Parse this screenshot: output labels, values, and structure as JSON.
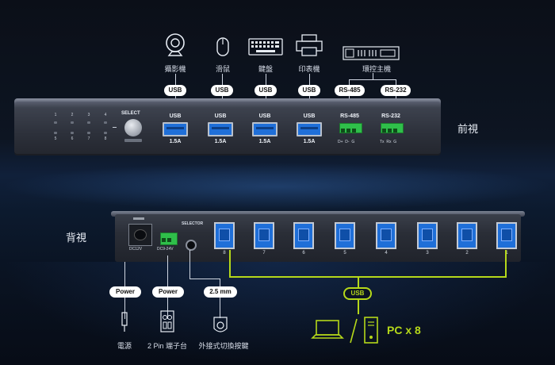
{
  "front": {
    "section_label": "前視",
    "devices": [
      {
        "label": "攝影機",
        "icon": "webcam-icon",
        "pill": "USB"
      },
      {
        "label": "滑鼠",
        "icon": "mouse-icon",
        "pill": "USB"
      },
      {
        "label": "鍵盤",
        "icon": "keyboard-icon",
        "pill": "USB"
      },
      {
        "label": "印表機",
        "icon": "printer-icon",
        "pill": "USB"
      },
      {
        "label": "環控主機",
        "icon": "controller-icon"
      }
    ],
    "serial_pills": [
      "RS-485",
      "RS-232"
    ],
    "ports": [
      {
        "label": "USB",
        "rating": "1.5A"
      },
      {
        "label": "USB",
        "rating": "1.5A"
      },
      {
        "label": "USB",
        "rating": "1.5A"
      },
      {
        "label": "USB",
        "rating": "1.5A"
      }
    ],
    "rs485": {
      "label": "RS-485",
      "pins": "D+  D-  G"
    },
    "rs232": {
      "label": "RS-232",
      "pins": "Tx  Rx  G"
    },
    "select_label": "SELECT",
    "led_top": [
      "1",
      "2",
      "3",
      "4"
    ],
    "led_bottom": [
      "5",
      "6",
      "7",
      "8"
    ]
  },
  "back": {
    "section_label": "背視",
    "dc12v": "DC12V",
    "dc924v": "DC9-24V",
    "selector": "SELECTOR",
    "usb_b_numbers": [
      "8",
      "7",
      "6",
      "5",
      "4",
      "3",
      "2",
      "1"
    ],
    "pills": [
      "Power",
      "Power",
      "2.5 mm",
      "USB"
    ],
    "captions": [
      "電源",
      "2 Pin 端子台",
      "外接式切換按鍵"
    ],
    "pc_label": "PC x 8"
  },
  "colors": {
    "accent_green": "#b5d81a",
    "usb_blue": "#1f6fd8",
    "terminal_green": "#2fbf4a"
  }
}
